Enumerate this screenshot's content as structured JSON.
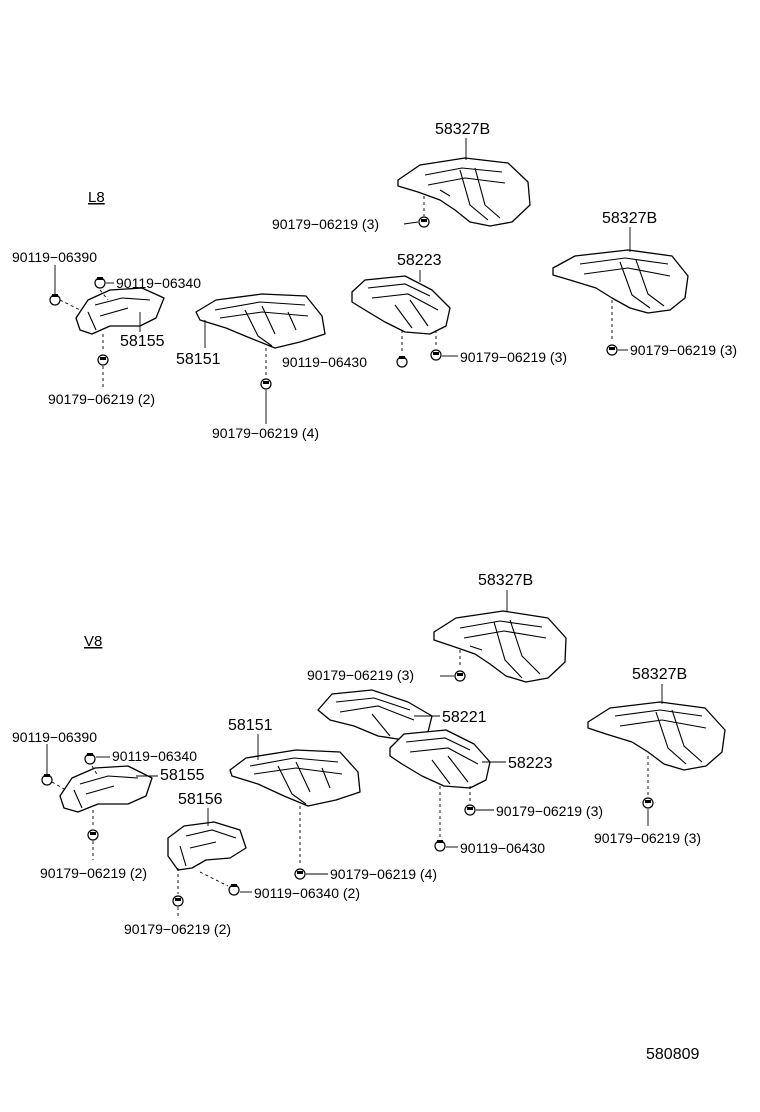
{
  "sections": {
    "l8_label": "L8",
    "v8_label": "V8"
  },
  "l8": {
    "p_58327B_a": "58327B",
    "p_58327B_b": "58327B",
    "p_58223": "58223",
    "p_58155": "58155",
    "p_58151": "58151",
    "p_90179_3a": "90179−06219 (3)",
    "p_90119_06390": "90119−06390",
    "p_90119_06340": "90119−06340",
    "p_90179_2": "90179−06219 (2)",
    "p_90179_4": "90179−06219 (4)",
    "p_90119_06430": "90119−06430",
    "p_90179_3b": "90179−06219 (3)",
    "p_90179_3c": "90179−06219 (3)"
  },
  "v8": {
    "p_58327B_a": "58327B",
    "p_58327B_b": "58327B",
    "p_58221": "58221",
    "p_58223": "58223",
    "p_58151": "58151",
    "p_58155": "58155",
    "p_58156": "58156",
    "p_90179_3a": "90179−06219 (3)",
    "p_90119_06390": "90119−06390",
    "p_90119_06340": "90119−06340",
    "p_90179_2a": "90179−06219 (2)",
    "p_90179_2b": "90179−06219 (2)",
    "p_90179_4": "90179−06219 (4)",
    "p_90119_06340_2": "90119−06340 (2)",
    "p_90119_06430": "90119−06430",
    "p_90179_3b": "90179−06219 (3)",
    "p_90179_3c": "90179−06219 (3)"
  },
  "diagram_id": "580809"
}
